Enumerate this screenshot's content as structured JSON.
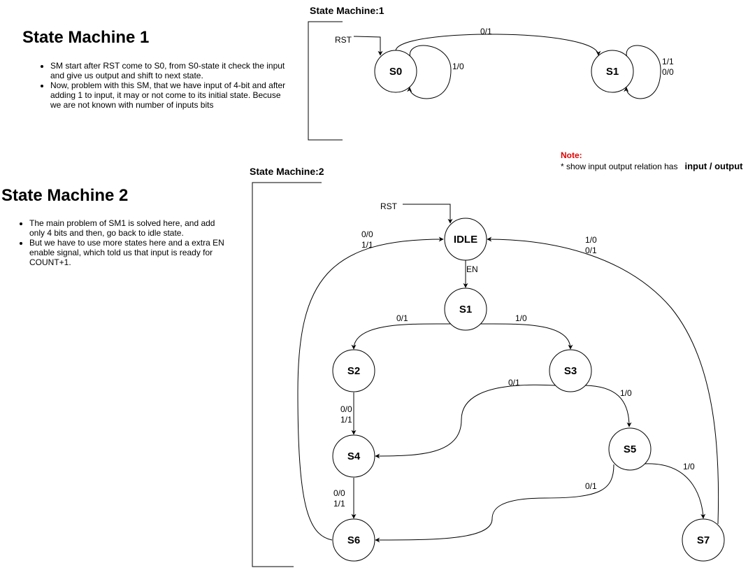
{
  "sm1": {
    "heading": "State Machine 1",
    "frame_title": "State Machine:1",
    "bullets": [
      "SM start after RST come to S0, from S0-state it check the input and give us output and shift to next state.",
      "Now, problem with this SM, that we have input of 4-bit and after adding 1 to input, it may or not come to its initial state. Becuse we are not known with number of inputs bits"
    ],
    "diagram": {
      "rst_label": "RST",
      "states": {
        "s0": "S0",
        "s1": "S1"
      },
      "edges": {
        "s0_to_s1": "0/1",
        "s0_self": "1/0",
        "s1_self_a": "1/1",
        "s1_self_b": "0/0"
      }
    }
  },
  "sm2": {
    "heading": "State Machine 2",
    "frame_title": "State Machine:2",
    "bullets": [
      "The main problem of SM1 is solved here, and add only 4 bits and then, go back to idle state.",
      "But we have to use more states here and a extra EN enable signal, which told us that input is ready for COUNT+1."
    ],
    "diagram": {
      "rst_label": "RST",
      "states": {
        "idle": "IDLE",
        "s1": "S1",
        "s2": "S2",
        "s3": "S3",
        "s4": "S4",
        "s5": "S5",
        "s6": "S6",
        "s7": "S7"
      },
      "edges": {
        "idle_to_s1": "EN",
        "s1_to_s2": "0/1",
        "s1_to_s3": "1/0",
        "s2_to_s4_a": "0/0",
        "s2_to_s4_b": "1/1",
        "s3_to_s4": "0/1",
        "s3_to_s5": "1/0",
        "s4_to_s6_a": "0/0",
        "s4_to_s6_b": "1/1",
        "s5_to_s6": "0/1",
        "s5_to_s7": "1/0",
        "s6_to_idle_a": "0/0",
        "s6_to_idle_b": "1/1",
        "s7_to_idle_a": "1/0",
        "s7_to_idle_b": "0/1"
      }
    }
  },
  "note": {
    "title": "Note:",
    "text": "* show input output relation has",
    "emphasis": "input / output"
  }
}
